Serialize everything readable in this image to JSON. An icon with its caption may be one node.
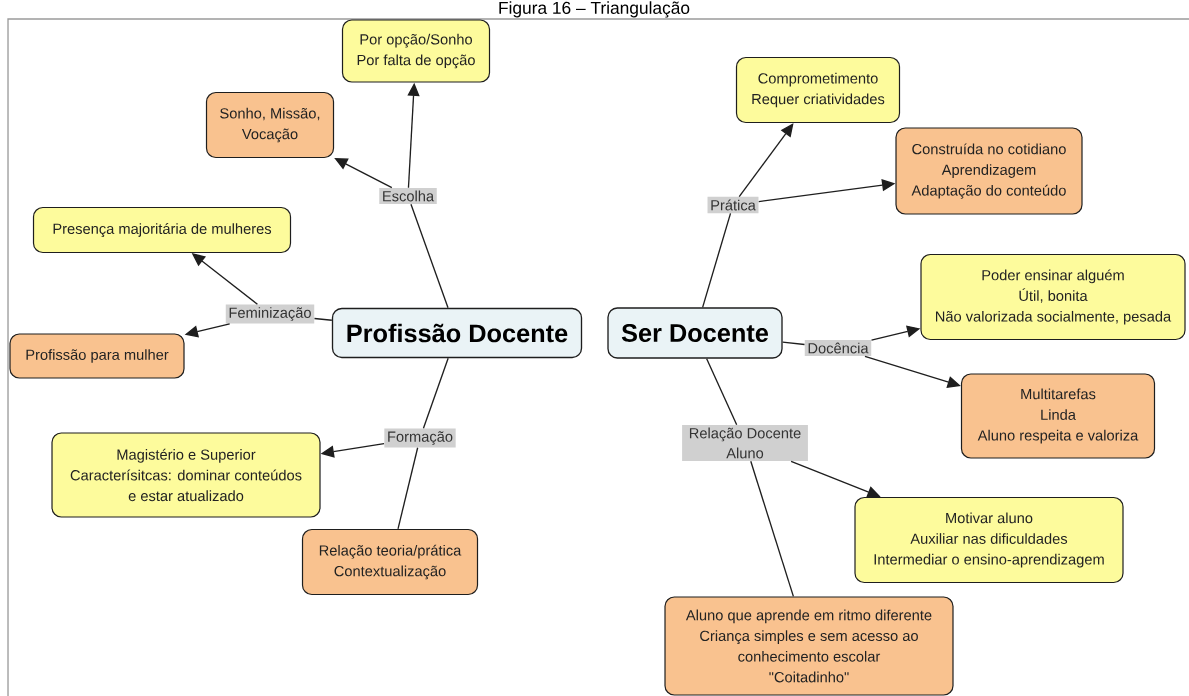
{
  "diagram": {
    "title": "Figura 16 – Triangulação",
    "nodes": [
      {
        "text": [
          "Profissão Docente"
        ]
      },
      {
        "text": [
          "Escolha"
        ]
      },
      {
        "text": [
          "Por opção/Sonho Por falta de opção"
        ]
      },
      {
        "text": [
          "Sonho, Missão, Vocação"
        ]
      },
      {
        "text": [
          "Feminização"
        ]
      },
      {
        "text": [
          "Presença majoritária de mulheres"
        ]
      },
      {
        "text": [
          "Profissão para mulher"
        ]
      },
      {
        "text": [
          "Formação"
        ]
      },
      {
        "text": [
          "Magistério e Superior Caracterísitcas: dominar conteúdos e estar atualizado"
        ]
      },
      {
        "text": [
          "Relação teoria/prática Contextualização"
        ]
      },
      {
        "text": [
          "Ser Docente"
        ]
      },
      {
        "text": [
          "Prática"
        ]
      },
      {
        "text": [
          "Comprometimento Requer criatividades"
        ]
      },
      {
        "text": [
          "Construída no cotidiano Aprendizagem Adaptação do conteúdo"
        ]
      },
      {
        "text": [
          "Docência"
        ]
      },
      {
        "text": [
          "Poder ensinar alguém Útil, bonita Não valorizada socialmente, pesada"
        ]
      },
      {
        "text": [
          "Multitarefas Linda Aluno respeita e valoriza"
        ]
      },
      {
        "text": [
          "Relação Docente Aluno"
        ]
      },
      {
        "text": [
          "Motivar aluno Auxiliar nas dificuldades Intermediar o ensino-aprendizagem"
        ]
      },
      {
        "text": [
          "Aluno que aprende em ritmo diferente Criança simples e sem acesso ao conhecimento escolar \"Coitadinho\""
        ]
      }
    ],
    "edges": [
      {
        "from": 0,
        "to": 1,
        "arrow": "none"
      },
      {
        "from": 1,
        "to": 2,
        "arrow": "to"
      },
      {
        "from": 1,
        "to": 3,
        "arrow": "to"
      },
      {
        "from": 0,
        "to": 4,
        "arrow": "none"
      },
      {
        "from": 4,
        "to": 5,
        "arrow": "to"
      },
      {
        "from": 4,
        "to": 6,
        "arrow": "to"
      },
      {
        "from": 0,
        "to": 7,
        "arrow": "none"
      },
      {
        "from": 7,
        "to": 8,
        "arrow": "to"
      },
      {
        "from": 7,
        "to": 9,
        "arrow": "none"
      },
      {
        "from": 10,
        "to": 11,
        "arrow": "none"
      },
      {
        "from": 11,
        "to": 12,
        "arrow": "to"
      },
      {
        "from": 11,
        "to": 13,
        "arrow": "to"
      },
      {
        "from": 10,
        "to": 14,
        "arrow": "none"
      },
      {
        "from": 14,
        "to": 15,
        "arrow": "to"
      },
      {
        "from": 14,
        "to": 16,
        "arrow": "to"
      },
      {
        "from": 10,
        "to": 17,
        "arrow": "none"
      },
      {
        "from": 17,
        "to": 18,
        "arrow": "to"
      },
      {
        "from": 17,
        "to": 19,
        "arrow": "none"
      }
    ]
  }
}
